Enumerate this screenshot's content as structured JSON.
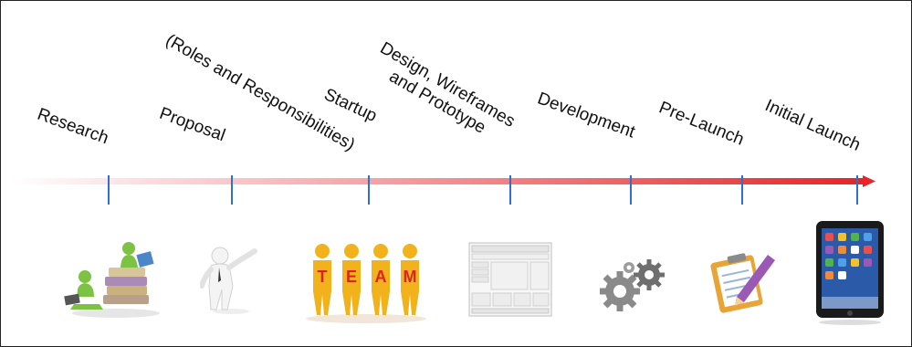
{
  "stages": [
    {
      "id": "research",
      "label_lines": [
        "Research"
      ],
      "icon": "reading-figures-icon"
    },
    {
      "id": "proposal",
      "label_lines": [
        "Proposal"
      ],
      "icon": "presenter-figure-icon"
    },
    {
      "id": "startup",
      "label_lines": [
        "Startup"
      ],
      "sub_lines": [
        "(Roles and Responsibilities)"
      ],
      "icon": "team-figures-icon"
    },
    {
      "id": "design",
      "label_lines": [
        "Design, Wireframes",
        "and Prototype"
      ],
      "icon": "wireframe-icon"
    },
    {
      "id": "development",
      "label_lines": [
        "Development"
      ],
      "icon": "gears-icon"
    },
    {
      "id": "pre-launch",
      "label_lines": [
        "Pre-Launch"
      ],
      "icon": "clipboard-check-icon"
    },
    {
      "id": "initial-launch",
      "label_lines": [
        "Initial Launch"
      ],
      "icon": "tablet-device-icon"
    }
  ],
  "team_letters": [
    "T",
    "E",
    "A",
    "M"
  ],
  "colors": {
    "arrow_start": "#ffffff",
    "arrow_end": "#e8232a",
    "tick": "#2f6fd1",
    "figure_green": "#7cc243",
    "figure_yellow": "#f2b21b",
    "team_red": "#d8261f"
  }
}
